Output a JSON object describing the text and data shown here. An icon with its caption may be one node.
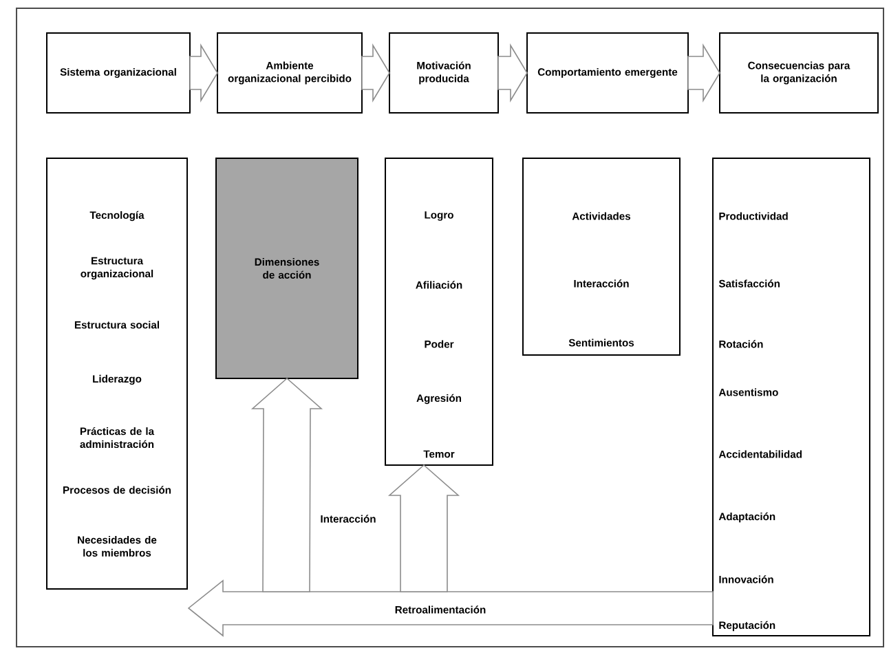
{
  "diagram": {
    "nodes": [
      {
        "text": [
          "Sistema organizacional"
        ]
      },
      {
        "text": [
          "Ambiente organizacional percibido"
        ]
      },
      {
        "text": [
          "Motivación producida"
        ]
      },
      {
        "text": [
          "Comportamiento emergente"
        ]
      },
      {
        "text": [
          "Consecuencias para la organización"
        ]
      },
      {
        "text": [
          "Tecnología",
          "Estructura organizacional",
          "Estructura social",
          "Liderazgo",
          "Prácticas de la administración",
          "Procesos de decisión",
          "Necesidades de los miembros"
        ]
      },
      {
        "text": [
          "Dimensiones de acción"
        ]
      },
      {
        "text": [
          "Logro",
          "Afiliación",
          "Poder",
          "Agresión",
          "Temor"
        ]
      },
      {
        "text": [
          "Actividades",
          "Interacción",
          "Sentimientos"
        ]
      },
      {
        "text": [
          "Productividad",
          "Satisfacción",
          "Rotación",
          "Ausentismo",
          "Accidentabilidad",
          "Adaptación",
          "Innovación",
          "Reputación"
        ]
      }
    ],
    "edges": [
      {
        "from": 0,
        "to": 1,
        "arrow": "to"
      },
      {
        "from": 1,
        "to": 2,
        "arrow": "to"
      },
      {
        "from": 2,
        "to": 3,
        "arrow": "to"
      },
      {
        "from": 3,
        "to": 4,
        "arrow": "to"
      },
      {
        "from": 9,
        "to": 5,
        "arrow": "to",
        "label": "Retroalimentación"
      },
      {
        "from": null,
        "to": 6,
        "arrow": "to",
        "label": "Interacción"
      },
      {
        "from": null,
        "to": 7,
        "arrow": "to"
      }
    ]
  }
}
